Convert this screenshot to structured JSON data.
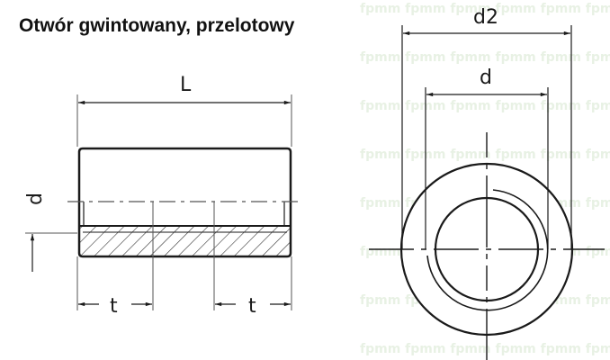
{
  "title": "Otwór gwintowany, przelotowy",
  "side_view": {
    "length_label": "L",
    "diameter_label": "d",
    "thread_depth_left_label": "t",
    "thread_depth_right_label": "t"
  },
  "end_view": {
    "outer_diameter_label": "d2",
    "thread_diameter_label": "d"
  },
  "colors": {
    "line": "#1a1a1a",
    "thin_line": "#555555",
    "background": "#ffffff"
  }
}
